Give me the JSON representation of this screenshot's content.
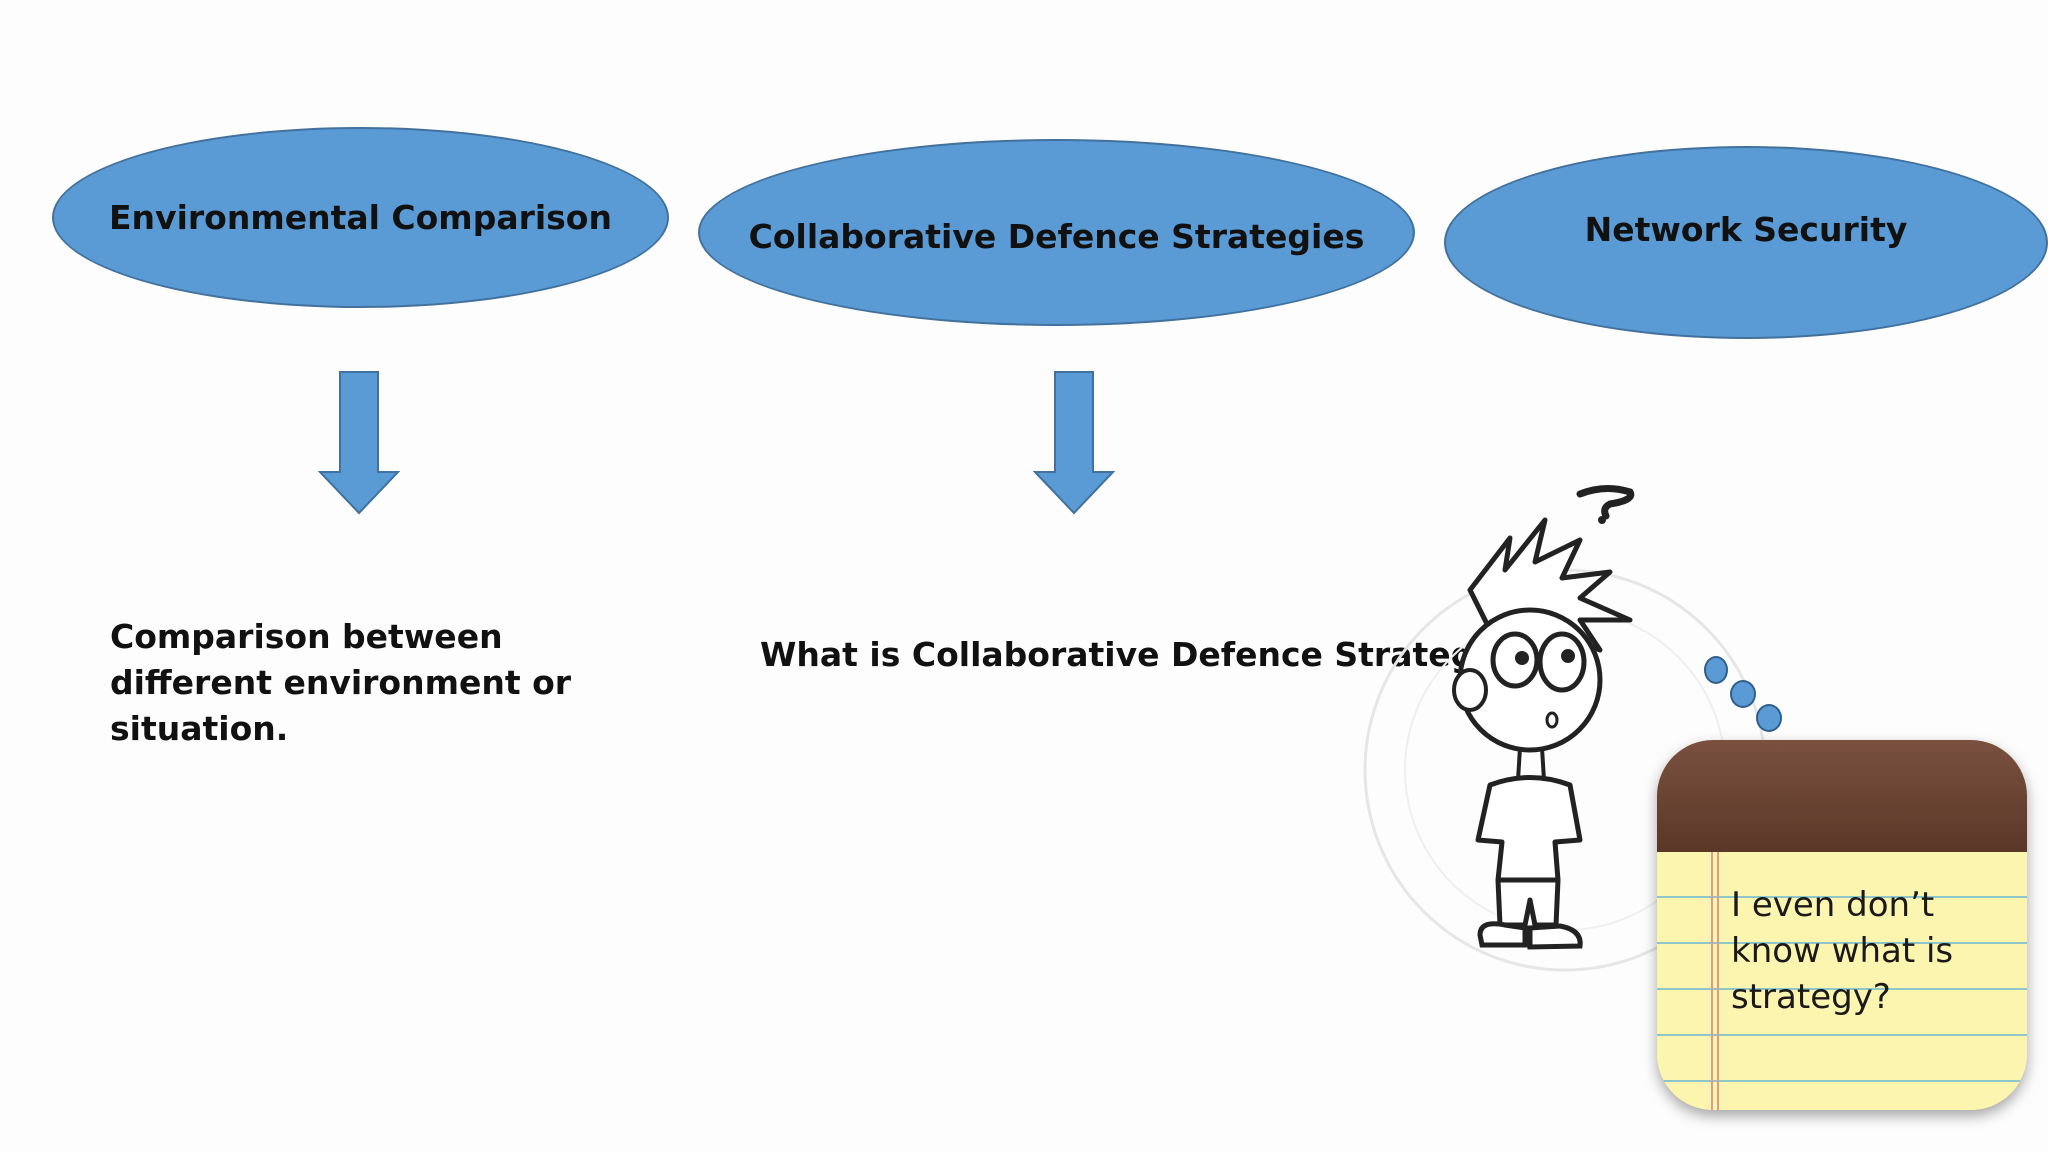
{
  "nodes": [
    {
      "label": "Environmental Comparison"
    },
    {
      "label": "Collaborative Defence Strategies"
    },
    {
      "label": "Network Security"
    }
  ],
  "descriptions": {
    "environmental_line1": "Comparison between",
    "environmental_line2": "different environment or",
    "environmental_line3": "situation.",
    "collaborative": "What is Collaborative Defence Strategy?"
  },
  "notepad": {
    "line1": "I even don’t",
    "line2": "know what is",
    "line3": "strategy?"
  },
  "colors": {
    "ellipse_fill": "#5b9bd5",
    "ellipse_border": "#41719c",
    "arrow_fill": "#5b9bd5",
    "notepad_header": "#6b4330",
    "notepad_paper": "#fbf5b0"
  },
  "icons": {
    "arrow": "down-arrow-icon",
    "cartoon": "confused-boy-illustration",
    "notepad": "notepad-icon"
  }
}
